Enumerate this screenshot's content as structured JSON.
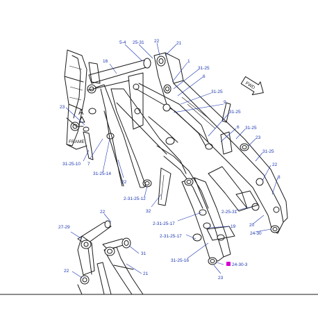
{
  "diagram": {
    "labels": {
      "c5_4": "5-4",
      "c25_31_top": "25-31",
      "c22_top": "22",
      "c21_top": "21",
      "c16": "16",
      "c1": "1",
      "c31_25_a": "31-25",
      "c6_a": "6",
      "c31_25_b": "31-25",
      "c9": "9",
      "c31_25_c": "31-25",
      "c6_b": "6",
      "c31_25_d": "31-25",
      "c23_right": "23",
      "c31_25_e": "31-25",
      "c22_right": "22",
      "c8": "8",
      "c23_left": "23",
      "c7": "7",
      "c31_25_10": "31-25-10",
      "c31_25_14": "31-25-14",
      "c22_mid": "22",
      "c2_31_25_12": "2-31-25-12",
      "c32": "32",
      "c2_25_31": "2-25-31",
      "c20": "20",
      "c24_30": "24-30",
      "c19": "19",
      "c2_31_25_17_a": "2-31-25-17",
      "c2_31_25_17_b": "2-31-25-17",
      "c31_25_16": "31-25-16",
      "c24_30_3": "24-30-3",
      "c23_bottom": "23",
      "c22_inset_a": "22",
      "c27_29": "27-29",
      "c31_inset": "31",
      "c22_inset_b": "22",
      "c21_inset": "21"
    },
    "letters": {
      "view_a": "A",
      "frame": "FRAME",
      "fwd": "FWD"
    },
    "colors": {
      "callout": "#1a35b0",
      "line": "#1a1a1a",
      "marker": "#d400d4"
    }
  }
}
